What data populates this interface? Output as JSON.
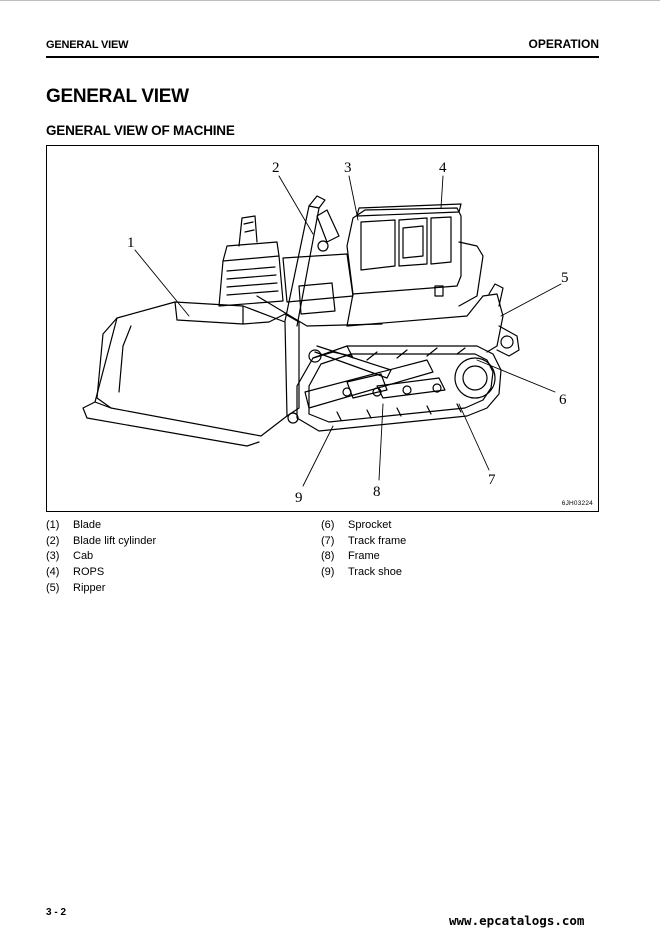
{
  "header": {
    "section_left": "GENERAL VIEW",
    "section_right": "OPERATION"
  },
  "title": "GENERAL VIEW",
  "subtitle": "GENERAL VIEW OF MACHINE",
  "figure": {
    "figure_id": "6JH03224",
    "callouts": [
      "1",
      "2",
      "3",
      "4",
      "5",
      "6",
      "7",
      "8",
      "9"
    ]
  },
  "legend": {
    "left": [
      {
        "num": "(1)",
        "label": "Blade"
      },
      {
        "num": "(2)",
        "label": "Blade lift cylinder"
      },
      {
        "num": "(3)",
        "label": "Cab"
      },
      {
        "num": "(4)",
        "label": "ROPS"
      },
      {
        "num": "(5)",
        "label": "Ripper"
      }
    ],
    "right": [
      {
        "num": "(6)",
        "label": "Sprocket"
      },
      {
        "num": "(7)",
        "label": "Track frame"
      },
      {
        "num": "(8)",
        "label": "Frame"
      },
      {
        "num": "(9)",
        "label": "Track shoe"
      }
    ]
  },
  "footer": {
    "page_number": "3 - 2",
    "watermark": "www.epcatalogs.com"
  }
}
